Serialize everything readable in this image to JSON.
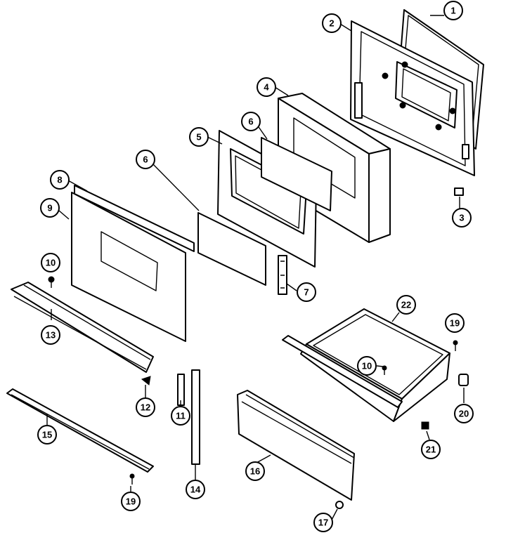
{
  "callouts": [
    {
      "id": "c1",
      "label": "1"
    },
    {
      "id": "c2",
      "label": "2"
    },
    {
      "id": "c3",
      "label": "3"
    },
    {
      "id": "c4",
      "label": "4"
    },
    {
      "id": "c5",
      "label": "5"
    },
    {
      "id": "c6a",
      "label": "6"
    },
    {
      "id": "c6b",
      "label": "6"
    },
    {
      "id": "c7",
      "label": "7"
    },
    {
      "id": "c8",
      "label": "8"
    },
    {
      "id": "c9",
      "label": "9"
    },
    {
      "id": "c10a",
      "label": "10"
    },
    {
      "id": "c10b",
      "label": "10"
    },
    {
      "id": "c11",
      "label": "11"
    },
    {
      "id": "c12",
      "label": "12"
    },
    {
      "id": "c13",
      "label": "13"
    },
    {
      "id": "c14",
      "label": "14"
    },
    {
      "id": "c15",
      "label": "15"
    },
    {
      "id": "c16",
      "label": "16"
    },
    {
      "id": "c17",
      "label": "17"
    },
    {
      "id": "c19a",
      "label": "19"
    },
    {
      "id": "c19b",
      "label": "19"
    },
    {
      "id": "c20",
      "label": "20"
    },
    {
      "id": "c21",
      "label": "21"
    },
    {
      "id": "c22",
      "label": "22"
    }
  ]
}
